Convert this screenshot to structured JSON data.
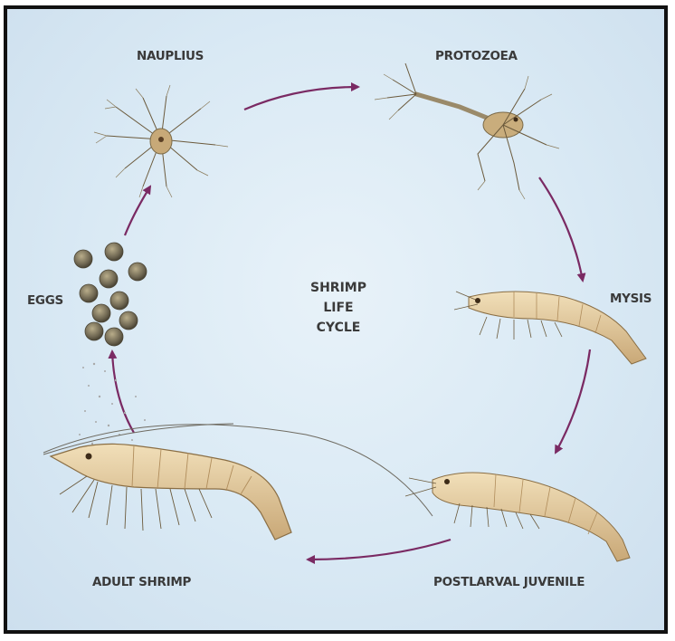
{
  "diagram": {
    "center_lines": [
      "SHRIMP",
      "LIFE",
      "CYCLE"
    ],
    "stages": {
      "nauplius": "NAUPLIUS",
      "protozoea": "PROTOZOEA",
      "mysis": "MYSIS",
      "postlarval": "POSTLARVAL JUVENILE",
      "adult": "ADULT SHRIMP",
      "eggs": "EGGS"
    },
    "colors": {
      "arrow": "#7a2a63",
      "background": "#d9e9f4",
      "frame": "#111111"
    }
  }
}
